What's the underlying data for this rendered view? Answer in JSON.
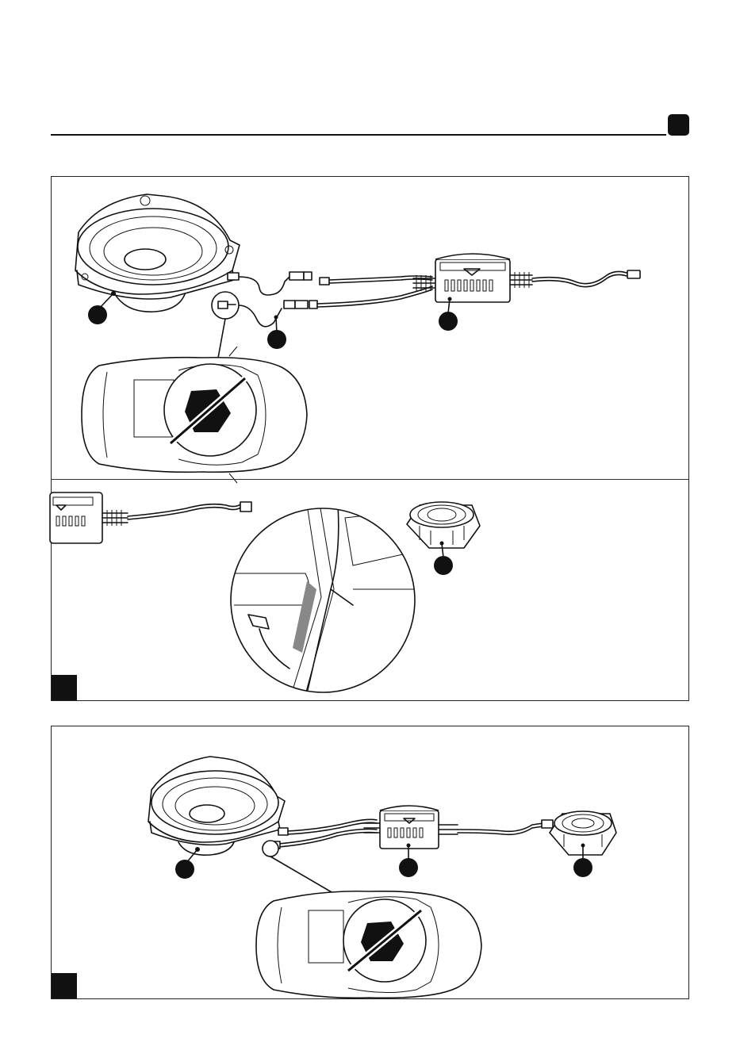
{
  "document": {
    "figures": [
      {
        "id": "figure-top",
        "callouts": 4
      },
      {
        "id": "figure-bottom",
        "callouts": 3
      }
    ]
  }
}
